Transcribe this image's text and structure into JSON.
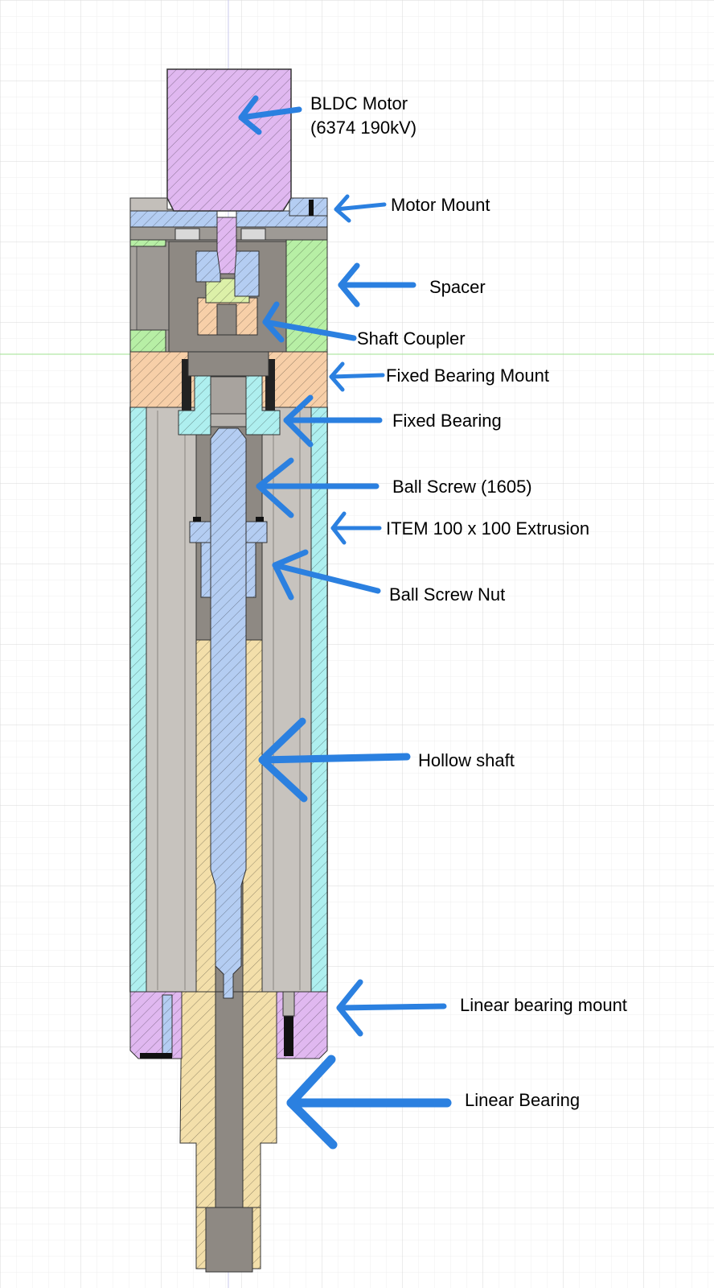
{
  "colors": {
    "motor": "#e0b8f0",
    "blue_part": "#b4cdf2",
    "green_part": "#b7efa5",
    "orange_part": "#f7cfa8",
    "cyan_part": "#aeefef",
    "yellow_green": "#dcf0a8",
    "linear_bearing": "#f3dfaa",
    "housing_grey": "#b6b2ad",
    "shaft_grey": "#8e8983",
    "arrow": "#2b80e0",
    "grid": "#e6e6e6"
  },
  "labels": {
    "motor_line1": "BLDC Motor",
    "motor_line2": "(6374 190kV)",
    "motor_mount": "Motor Mount",
    "spacer": "Spacer",
    "shaft_coupler": "Shaft Coupler",
    "fixed_bearing_mount": "Fixed Bearing Mount",
    "fixed_bearing": "Fixed Bearing",
    "ball_screw": "Ball Screw (1605)",
    "extrusion": "ITEM 100 x 100 Extrusion",
    "ball_screw_nut": "Ball Screw Nut",
    "hollow_shaft": "Hollow shaft",
    "linear_bearing_mount": "Linear bearing mount",
    "linear_bearing": "Linear Bearing"
  }
}
